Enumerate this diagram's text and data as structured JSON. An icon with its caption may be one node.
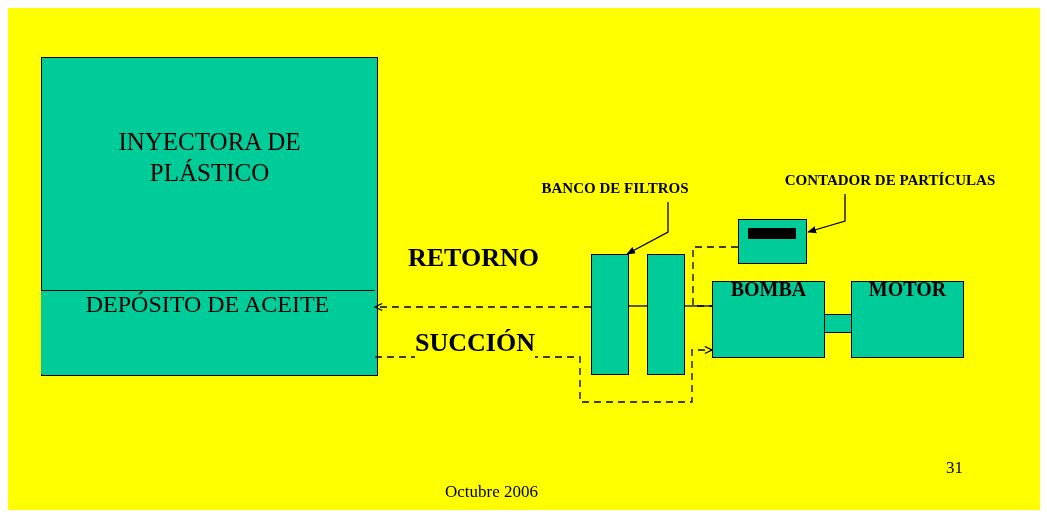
{
  "diagram": {
    "nodes": [
      {
        "text": [
          "INYECTORA DE PLÁSTICO"
        ]
      },
      {
        "text": [
          "DEPÓSITO DE ACEITE"
        ],
        "in": 0
      },
      {
        "text": [],
        "shape": "box"
      },
      {
        "text": [],
        "shape": "box"
      },
      {
        "text": [],
        "shape": "box"
      },
      {
        "text": [
          "BOMBA"
        ]
      },
      {
        "text": [
          "MOTOR"
        ]
      },
      {
        "text": [],
        "shape": "box"
      },
      {
        "text": [
          "BANCO DE FILTROS"
        ]
      },
      {
        "text": [
          "CONTADOR DE PARTÍCULAS"
        ]
      }
    ],
    "edges": [
      {
        "from": 2,
        "to": 1,
        "arrow": "to",
        "label": "RETORNO",
        "style": "dashed"
      },
      {
        "from": 1,
        "to": 5,
        "arrow": "to",
        "label": "SUCCIÓN",
        "style": "dashed"
      },
      {
        "from": 2,
        "to": 3,
        "arrow": "none"
      },
      {
        "from": 3,
        "to": 5,
        "arrow": "none"
      },
      {
        "from": 4,
        "to": 5,
        "arrow": "none",
        "style": "dashed"
      },
      {
        "from": 8,
        "to": 2,
        "arrow": "to"
      },
      {
        "from": 9,
        "to": 4,
        "arrow": "to"
      }
    ],
    "labels": [
      "Octubre 2006",
      "31"
    ]
  }
}
